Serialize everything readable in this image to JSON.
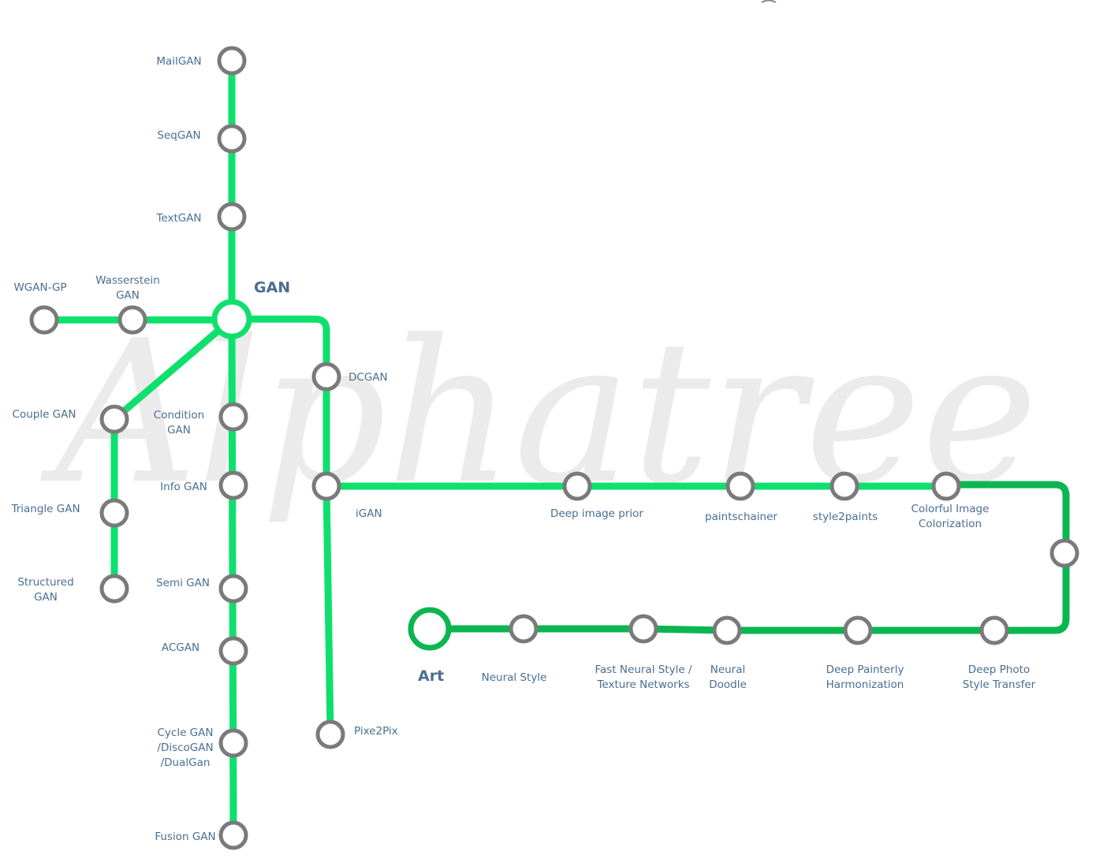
{
  "watermark": "Alphatree",
  "colors": {
    "line_bright": "#0ee06e",
    "line_dark": "#0bb651",
    "station_ring": "#7a7a7a",
    "label": "#4a6e93"
  },
  "hubs": {
    "gan": "GAN",
    "art": "Art"
  },
  "stations": {
    "mailgan": [
      "MailGAN"
    ],
    "seqgan": [
      "SeqGAN"
    ],
    "textgan": [
      "TextGAN"
    ],
    "wgan_gp": [
      "WGAN-GP"
    ],
    "wasserstein_gan": [
      "Wasserstein",
      "GAN"
    ],
    "couple_gan": [
      "Couple GAN"
    ],
    "triangle_gan": [
      "Triangle GAN"
    ],
    "structured_gan": [
      "Structured",
      "GAN"
    ],
    "condition_gan": [
      "Condition",
      "GAN"
    ],
    "info_gan": [
      "Info GAN"
    ],
    "semi_gan": [
      "Semi GAN"
    ],
    "acgan": [
      "ACGAN"
    ],
    "cycle_gan": [
      "Cycle GAN",
      "/DiscoGAN",
      "/DualGan"
    ],
    "fusion_gan": [
      "Fusion GAN"
    ],
    "dcgan": [
      "DCGAN"
    ],
    "igan": [
      "iGAN"
    ],
    "pix2pix": [
      "Pixe2Pix"
    ],
    "deep_image_prior": [
      "Deep image prior"
    ],
    "paintschainer": [
      "paintschainer"
    ],
    "style2paints": [
      "style2paints"
    ],
    "colorful_colorization": [
      "Colorful Image",
      "Colorization"
    ],
    "deep_photo_style_transfer": [
      "Deep Photo",
      "Style Transfer"
    ],
    "deep_painterly_harmonization": [
      "Deep Painterly",
      "Harmonization"
    ],
    "neural_doodle": [
      "Neural",
      "Doodle"
    ],
    "fast_neural_style": [
      "Fast Neural Style /",
      "Texture Networks"
    ],
    "neural_style": [
      "Neural Style"
    ]
  }
}
